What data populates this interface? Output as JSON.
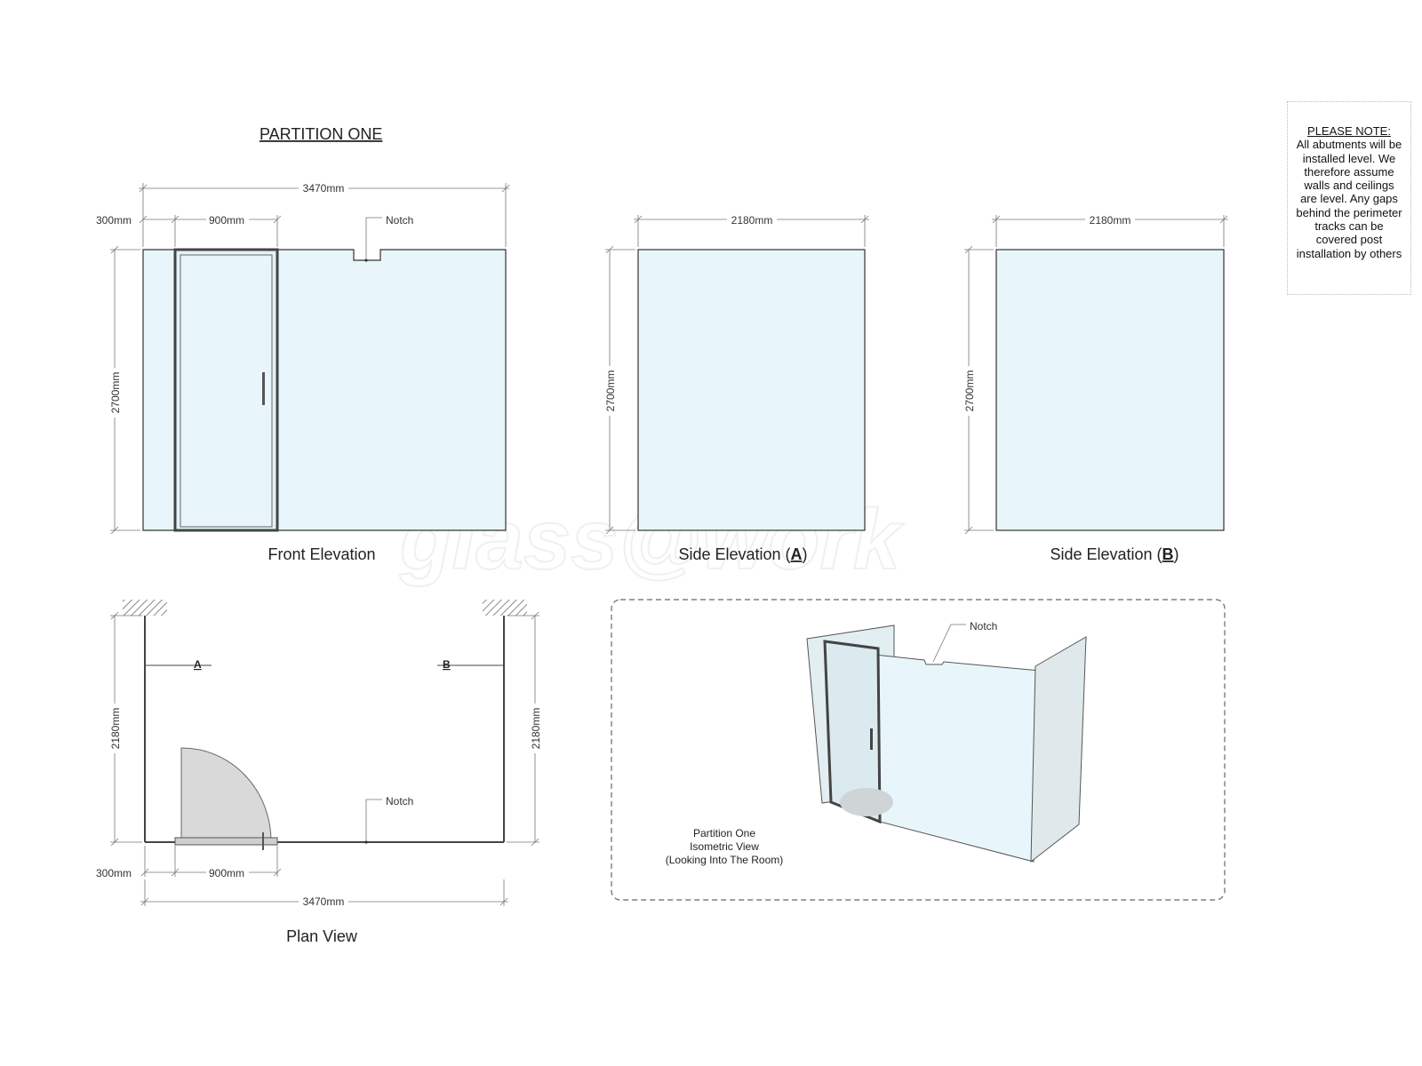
{
  "title": "PARTITION ONE",
  "watermark": "glass@work",
  "front_elevation": {
    "label": "Front Elevation",
    "overall_width": "3470mm",
    "side_panel": "300mm",
    "door_width": "900mm",
    "height": "2700mm",
    "notch_label": "Notch"
  },
  "side_elevation_a": {
    "label_prefix": "Side Elevation (",
    "label_key": "A",
    "label_suffix": ")",
    "width": "2180mm",
    "height": "2700mm"
  },
  "side_elevation_b": {
    "label_prefix": "Side Elevation (",
    "label_key": "B",
    "label_suffix": ")",
    "width": "2180mm",
    "height": "2700mm"
  },
  "plan_view": {
    "label": "Plan View",
    "left_depth": "2180mm",
    "right_depth": "2180mm",
    "side_panel": "300mm",
    "door_width": "900mm",
    "overall_width": "3470mm",
    "marker_a": "A",
    "marker_b": "B",
    "notch_label": "Notch"
  },
  "isometric": {
    "notch_label": "Notch",
    "caption_line1": "Partition One",
    "caption_line2": "Isometric View",
    "caption_line3": "(Looking Into The Room)"
  },
  "note": {
    "title": "PLEASE NOTE:",
    "body": "All abutments will be installed level. We therefore assume walls and ceilings are level. Any gaps behind the perimeter tracks can be covered post installation by others"
  }
}
